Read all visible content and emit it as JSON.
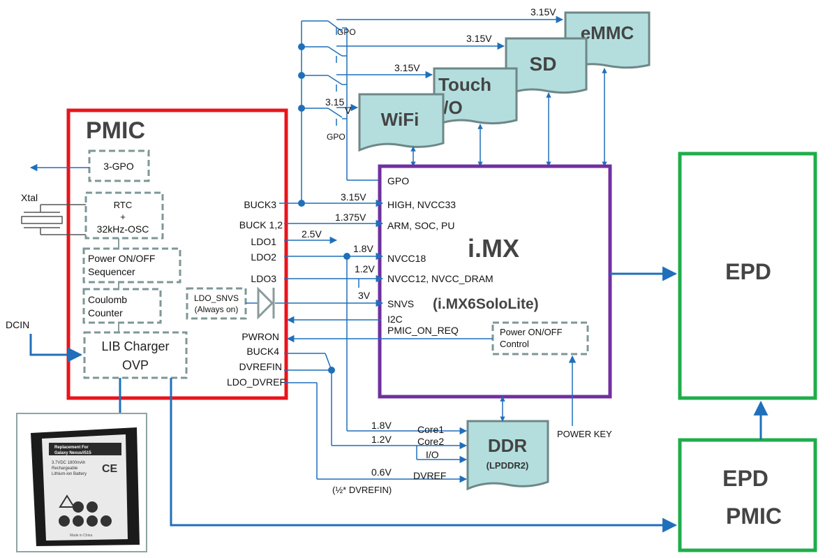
{
  "pmic": {
    "title": "PMIC",
    "blocks": {
      "gpo3": "3-GPO",
      "rtc_line1": "RTC",
      "rtc_line2": "+",
      "rtc_line3": "32kHz-OSC",
      "seq_line1": "Power ON/OFF",
      "seq_line2": "Sequencer",
      "coul_line1": "Coulomb",
      "coul_line2": "Counter",
      "ldo_snvs_line1": "LDO_SNVS",
      "ldo_snvs_line2": "(Always on)",
      "charger_line1": "LIB Charger",
      "charger_line2": "OVP"
    },
    "pins": [
      "BUCK3",
      "BUCK 1,2",
      "LDO1",
      "LDO2",
      "LDO3",
      "PWRON",
      "BUCK4",
      "DVREFIN",
      "LDO_DVREF"
    ]
  },
  "external": {
    "xtal": "Xtal",
    "dcin": "DCIN",
    "power_key": "POWER KEY"
  },
  "imx": {
    "title": "i.MX",
    "subtitle": "(i.MX6SoloLite)",
    "pins": [
      "GPO",
      "HIGH, NVCC33",
      "ARM, SOC, PU",
      "NVCC18",
      "NVCC12, NVCC_DRAM",
      "SNVS",
      "I2C",
      "PMIC_ON_REQ"
    ],
    "ctrl_line1": "Power ON/OFF",
    "ctrl_line2": "Control"
  },
  "peripherals": {
    "wifi": "WiFi",
    "touch_line1": "Touch",
    "touch_line2": "I/O",
    "sd": "SD",
    "emmc": "eMMC",
    "ddr": "DDR",
    "ddr_sub": "(LPDDR2)",
    "epd": "EPD",
    "epd_pmic_line1": "EPD",
    "epd_pmic_line2": "PMIC"
  },
  "voltages": {
    "emmc": "3.15V",
    "sd": "3.15V",
    "touch": "3.15V",
    "wifi_line1": "3.15",
    "wifi_line2": "V",
    "buck3": "3.15V",
    "buck12": "1.375V",
    "ldo1": "2.5V",
    "ldo2": "1.8V",
    "ldo3": "1.2V",
    "snvs": "3V",
    "core1": "1.8V",
    "core2": "1.2V",
    "dvref": "0.6V"
  },
  "gpo_labels": {
    "top": "GPO",
    "bottom": "GPO"
  },
  "ddr_pins": {
    "core1": "Core1",
    "core2": "Core2",
    "io": "I/O",
    "dvref": "DVREF",
    "dvref_note": "(½* DVREFIN)"
  },
  "battery": {
    "line1": "Replacement For",
    "line2": "Galaxy Nexus/i515",
    "line3": "3.7VDC 1800mAh",
    "line4": "Rechargeable",
    "line5": "Lithium-ion Battery",
    "made": "Made in China"
  },
  "colors": {
    "pmic_border": "#e8141c",
    "imx_border": "#7030a0",
    "epd_border": "#1fad4b",
    "wire": "#1f6fba",
    "periph_fill": "#b4dede",
    "periph_stroke": "#6e8787"
  }
}
